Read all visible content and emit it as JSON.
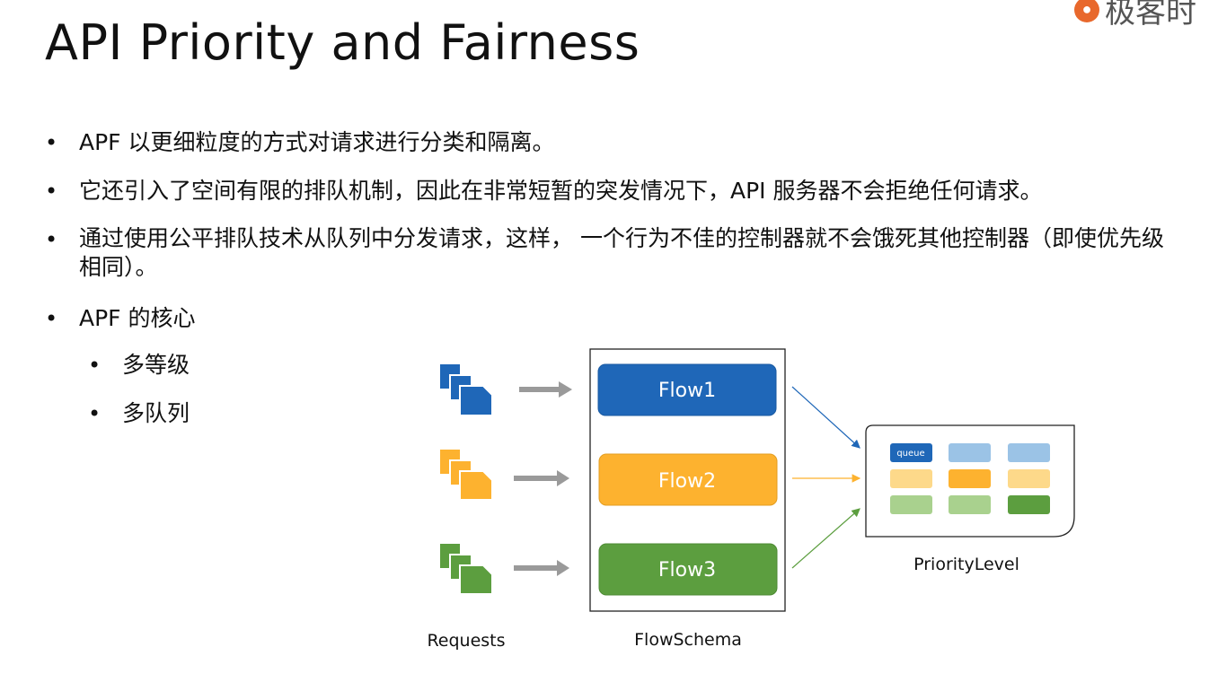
{
  "logo": {
    "text": "极客时"
  },
  "title": "API Priority and Fairness",
  "bullets": [
    {
      "text": "APF 以更细粒度的方式对请求进行分类和隔离。"
    },
    {
      "text": "它还引入了空间有限的排队机制，因此在非常短暂的突发情况下，API 服务器不会拒绝任何请求。"
    },
    {
      "text": "通过使用公平排队技术从队列中分发请求，这样， 一个行为不佳的控制器就不会饿死其他控制器（即使优先级相同）。"
    },
    {
      "text": "APF 的核心",
      "sub": [
        {
          "text": "多等级"
        },
        {
          "text": "多队列"
        }
      ]
    }
  ],
  "diagram": {
    "flows": [
      {
        "label": "Flow1",
        "color": "#1f67b8"
      },
      {
        "label": "Flow2",
        "color": "#fdb22f"
      },
      {
        "label": "Flow3",
        "color": "#5c9e3f"
      }
    ],
    "requests_label": "Requests",
    "flowschema_label": "FlowSchema",
    "priority_label": "PriorityLevel",
    "queue_label": "queue",
    "colors": {
      "blue": "#1f67b8",
      "blue_light": "#9bc3e6",
      "orange": "#fdb22f",
      "orange_light": "#fdd98a",
      "green": "#5c9e3f",
      "green_light": "#a9d18e",
      "arrow_gray": "#9a9a9a"
    }
  }
}
